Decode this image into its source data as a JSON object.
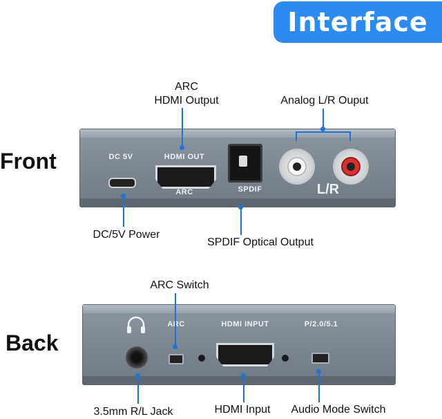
{
  "header": {
    "badge_text": "Interface"
  },
  "front": {
    "side_label": "Front",
    "callouts": {
      "arc_hdmi_output_line1": "ARC",
      "arc_hdmi_output_line2": "HDMI Output",
      "analog_lr_output": "Analog L/R Ouput",
      "dc5v_power": "DC/5V Power",
      "spdif_optical_output": "SPDIF Optical Output"
    },
    "engravings": {
      "dc5v": "DC 5V",
      "hdmi_out": "HDMI OUT",
      "arc": "ARC",
      "spdif": "SPDIF",
      "lr": "L/R"
    }
  },
  "back": {
    "side_label": "Back",
    "callouts": {
      "arc_switch": "ARC Switch",
      "jack": "3.5mm R/L Jack",
      "hdmi_input": "HDMI Input",
      "audio_mode_switch": "Audio Mode Switch"
    },
    "engravings": {
      "arc": "ARC",
      "hdmi_input": "HDMI INPUT",
      "mode": "P/2.0/5.1"
    }
  },
  "colors": {
    "badge": "#2d8bf0",
    "callout_line": "#1e73d6",
    "device_body": "#7c8690"
  }
}
